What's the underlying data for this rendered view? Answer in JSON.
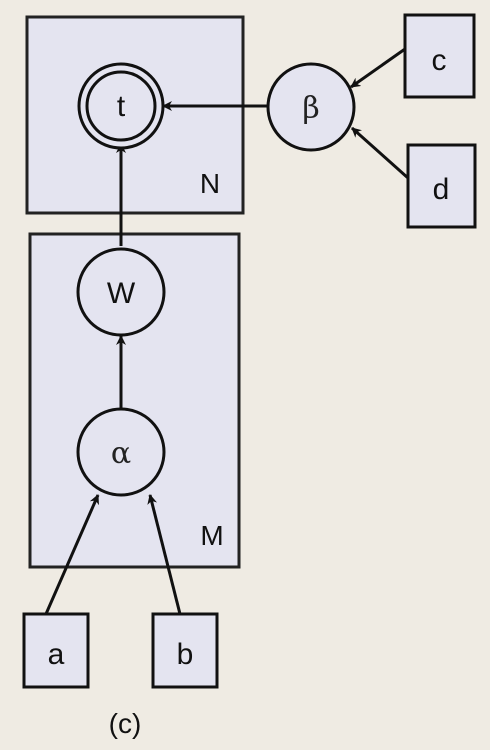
{
  "nodes": {
    "t": "t",
    "w": "W",
    "alpha": "α",
    "beta": "β",
    "a": "a",
    "b": "b",
    "c": "c",
    "d": "d"
  },
  "plates": {
    "n": "N",
    "m": "M"
  },
  "caption": "(c)"
}
